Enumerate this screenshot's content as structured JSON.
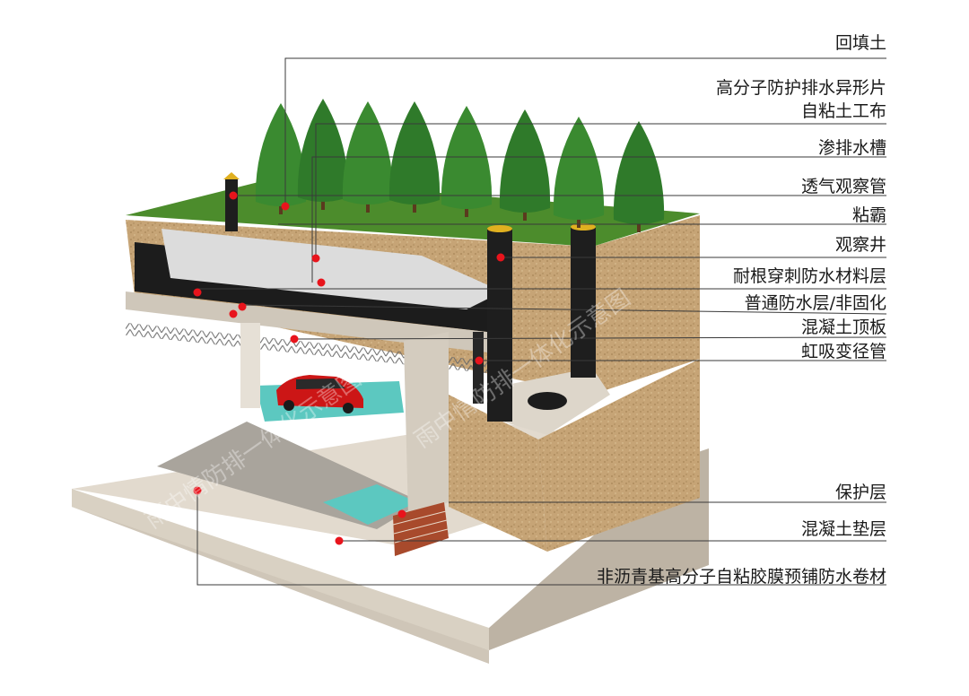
{
  "labels": {
    "backfill_soil": "回填土",
    "drainage_sheet_line1": "高分子防护排水异形片",
    "drainage_sheet_line2": "自粘土工布",
    "seepage_trough": "渗排水槽",
    "vent_observation_pipe": "透气观察管",
    "sticky_cover": "粘霸",
    "inspection_well": "观察井",
    "root_puncture_layer": "耐根穿刺防水材料层",
    "waterproof_nonsetting": "普通防水层/非固化",
    "concrete_roof_slab": "混凝土顶板",
    "siphon_reducer_pipe": "虹吸变径管",
    "protective_layer": "保护层",
    "concrete_cushion": "混凝土垫层",
    "pre_laid_membrane": "非沥青基高分子自粘胶膜预铺防水卷材"
  },
  "watermark": "雨中情防排一体化示意图",
  "colors": {
    "leader_line": "#3a3a3a",
    "marker": "#e8141c",
    "grass": "#4a8a2a",
    "soil": "#c9a878",
    "concrete": "#d8d0c4",
    "pipe": "#1e1e1e",
    "pipe_cap": "#e0b020",
    "car": "#d01818",
    "parking": "#5cc8c0"
  }
}
